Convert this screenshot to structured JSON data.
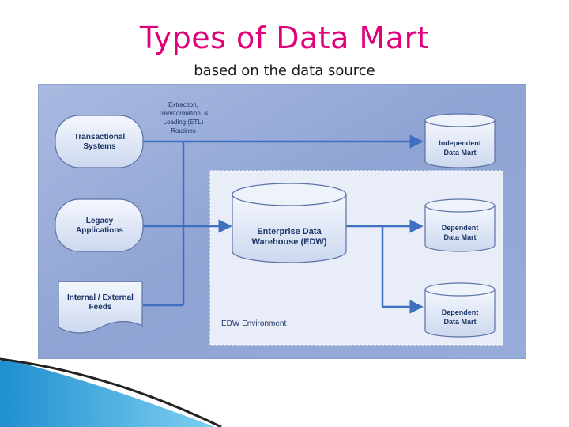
{
  "title": "Types of Data Mart",
  "subtitle": "based on the data source",
  "etl_label": [
    "Extraction,",
    "Transformation, &",
    "Loading (ETL)",
    "Routines"
  ],
  "sources": [
    {
      "lines": [
        "Transactional",
        "Systems"
      ],
      "shape": "rounded"
    },
    {
      "lines": [
        "Legacy",
        "Applications"
      ],
      "shape": "rounded"
    },
    {
      "lines": [
        "Internal / External",
        "Feeds"
      ],
      "shape": "document"
    }
  ],
  "edw": [
    "Enterprise Data",
    "Warehouse (EDW)"
  ],
  "data_marts": [
    {
      "lines": [
        "Independent",
        "Data Mart"
      ]
    },
    {
      "lines": [
        "Dependent",
        "Data Mart"
      ]
    },
    {
      "lines": [
        "Dependent",
        "Data Mart"
      ]
    }
  ],
  "environment_label": "EDW Environment",
  "colors": {
    "title": "#e0007a",
    "panel": "#8fa4d4",
    "environment": "#e9edf8",
    "shape_fill": "#dde5f4",
    "shape_stroke": "#5b72a6",
    "connector": "#3f6fc0",
    "text": "#1c3566"
  }
}
